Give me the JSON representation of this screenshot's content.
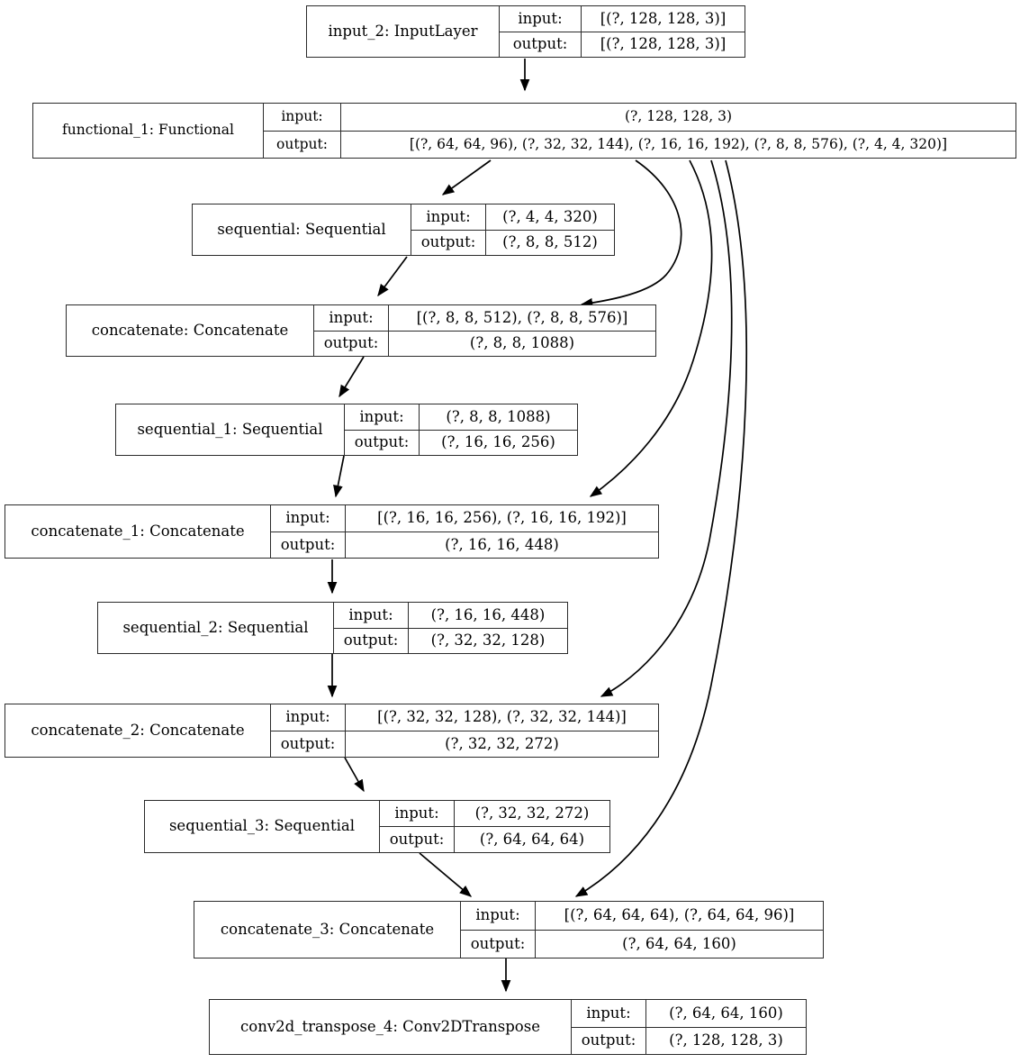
{
  "diagram": {
    "title": "Keras model architecture graph",
    "type": "keras-model-plot",
    "background_color": "#ffffff",
    "border_color": "#2b2b2b",
    "edge_color": "#000000",
    "io_labels": {
      "input": "input:",
      "output": "output:"
    },
    "nodes": [
      {
        "id": "input_2",
        "name": "input_2: InputLayer",
        "input": "[(?, 128, 128, 3)]",
        "output": "[(?, 128, 128, 3)]"
      },
      {
        "id": "functional_1",
        "name": "functional_1: Functional",
        "input": "(?, 128, 128, 3)",
        "output": "[(?, 64, 64, 96), (?, 32, 32, 144), (?, 16, 16, 192), (?, 8, 8, 576), (?, 4, 4, 320)]"
      },
      {
        "id": "sequential",
        "name": "sequential: Sequential",
        "input": "(?, 4, 4, 320)",
        "output": "(?, 8, 8, 512)"
      },
      {
        "id": "concatenate",
        "name": "concatenate: Concatenate",
        "input": "[(?, 8, 8, 512), (?, 8, 8, 576)]",
        "output": "(?, 8, 8, 1088)"
      },
      {
        "id": "sequential_1",
        "name": "sequential_1: Sequential",
        "input": "(?, 8, 8, 1088)",
        "output": "(?, 16, 16, 256)"
      },
      {
        "id": "concatenate_1",
        "name": "concatenate_1: Concatenate",
        "input": "[(?, 16, 16, 256), (?, 16, 16, 192)]",
        "output": "(?, 16, 16, 448)"
      },
      {
        "id": "sequential_2",
        "name": "sequential_2: Sequential",
        "input": "(?, 16, 16, 448)",
        "output": "(?, 32, 32, 128)"
      },
      {
        "id": "concatenate_2",
        "name": "concatenate_2: Concatenate",
        "input": "[(?, 32, 32, 128), (?, 32, 32, 144)]",
        "output": "(?, 32, 32, 272)"
      },
      {
        "id": "sequential_3",
        "name": "sequential_3: Sequential",
        "input": "(?, 32, 32, 272)",
        "output": "(?, 64, 64, 64)"
      },
      {
        "id": "concatenate_3",
        "name": "concatenate_3: Concatenate",
        "input": "[(?, 64, 64, 64), (?, 64, 64, 96)]",
        "output": "(?, 64, 64, 160)"
      },
      {
        "id": "conv2d_transpose_4",
        "name": "conv2d_transpose_4: Conv2DTranspose",
        "input": "(?, 64, 64, 160)",
        "output": "(?, 128, 128, 3)"
      }
    ],
    "edges": [
      {
        "from": "input_2",
        "to": "functional_1"
      },
      {
        "from": "functional_1",
        "to": "sequential"
      },
      {
        "from": "functional_1",
        "to": "concatenate"
      },
      {
        "from": "functional_1",
        "to": "concatenate_1"
      },
      {
        "from": "functional_1",
        "to": "concatenate_2"
      },
      {
        "from": "functional_1",
        "to": "concatenate_3"
      },
      {
        "from": "sequential",
        "to": "concatenate"
      },
      {
        "from": "concatenate",
        "to": "sequential_1"
      },
      {
        "from": "sequential_1",
        "to": "concatenate_1"
      },
      {
        "from": "concatenate_1",
        "to": "sequential_2"
      },
      {
        "from": "sequential_2",
        "to": "concatenate_2"
      },
      {
        "from": "concatenate_2",
        "to": "sequential_3"
      },
      {
        "from": "sequential_3",
        "to": "concatenate_3"
      },
      {
        "from": "concatenate_3",
        "to": "conv2d_transpose_4"
      }
    ]
  }
}
